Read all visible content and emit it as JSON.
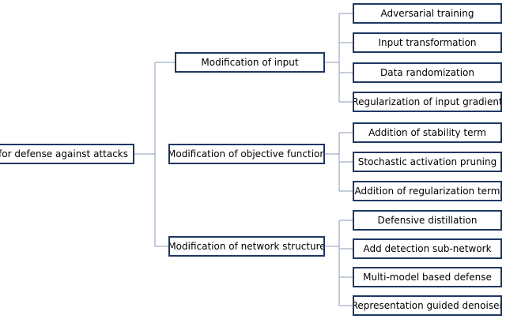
{
  "root": {
    "label": "ds for defense against attacks"
  },
  "categories": [
    {
      "label": "Modification of input",
      "methods": [
        "Adversarial training",
        "Input transformation",
        "Data randomization",
        "Regularization of input gradient"
      ]
    },
    {
      "label": "Modification of objective function",
      "methods": [
        "Addition of stability term",
        "Stochastic activation pruning",
        "Addition of regularization term"
      ]
    },
    {
      "label": "Modification of network structure",
      "methods": [
        "Defensive distillation",
        "Add detection sub-network",
        "Multi-model based defense",
        "Representation guided denoiser"
      ]
    }
  ],
  "colors": {
    "box_border": "#1f3864",
    "connector": "#8a9bb8"
  }
}
